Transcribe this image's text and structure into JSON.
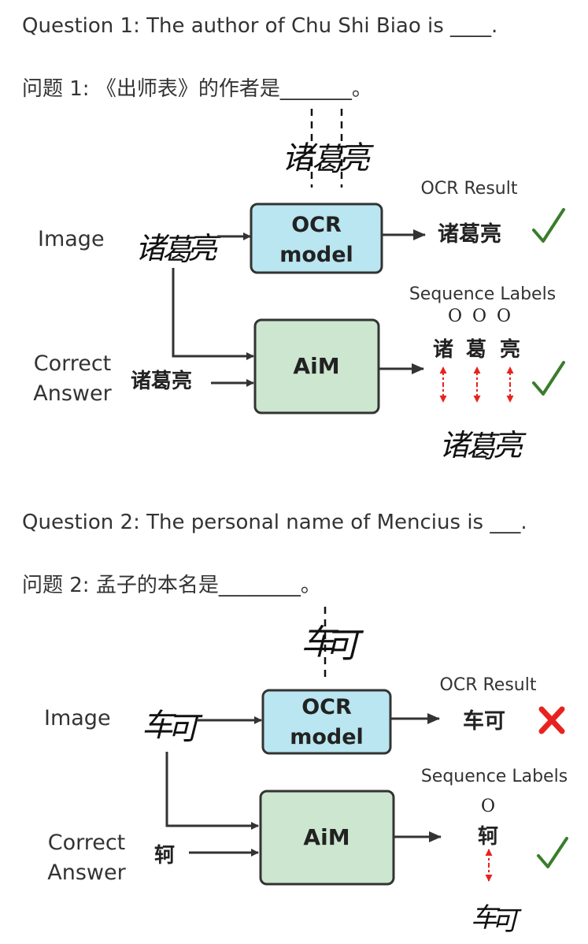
{
  "q1": {
    "question_en": "Question 1: The author of Chu Shi Biao is ____.",
    "question_zh": "问题 1: 《出师表》的作者是_______。",
    "image_label": "Image",
    "correct_label_line1": "Correct",
    "correct_label_line2": "Answer",
    "answer_text": "诸葛亮",
    "handwriting_chars": [
      "诸",
      "葛",
      "亮"
    ],
    "ocr_box_line1": "OCR",
    "ocr_box_line2": "model",
    "ocr_result_label": "OCR Result",
    "ocr_result_text": "诸葛亮",
    "ocr_status": "check",
    "aim_label": "AiM",
    "seq_labels_title": "Sequence Labels",
    "seq_tags": [
      "O",
      "O",
      "O"
    ],
    "seq_chars": [
      "诸",
      "葛",
      "亮"
    ],
    "seq_status": "check"
  },
  "q2": {
    "question_en": "Question 2: The personal name of Mencius is ___.",
    "question_zh": "问题 2: 孟子的本名是________。",
    "image_label": "Image",
    "correct_label_line1": "Correct",
    "correct_label_line2": "Answer",
    "answer_text": "轲",
    "handwriting_chars": [
      "车",
      "可"
    ],
    "ocr_box_line1": "OCR",
    "ocr_box_line2": "model",
    "ocr_result_label": "OCR Result",
    "ocr_result_text": "车可",
    "ocr_status": "cross",
    "aim_label": "AiM",
    "seq_labels_title": "Sequence Labels",
    "seq_tags": [
      "O"
    ],
    "seq_chars": [
      "轲"
    ],
    "seq_status": "check"
  },
  "colors": {
    "ocr_box_fill": "#b9e6f0",
    "aim_box_fill": "#cce6cf",
    "box_stroke": "#333333",
    "check": "#3a7d2c",
    "cross": "#e8231f",
    "double_arrow": "#e8231f"
  }
}
